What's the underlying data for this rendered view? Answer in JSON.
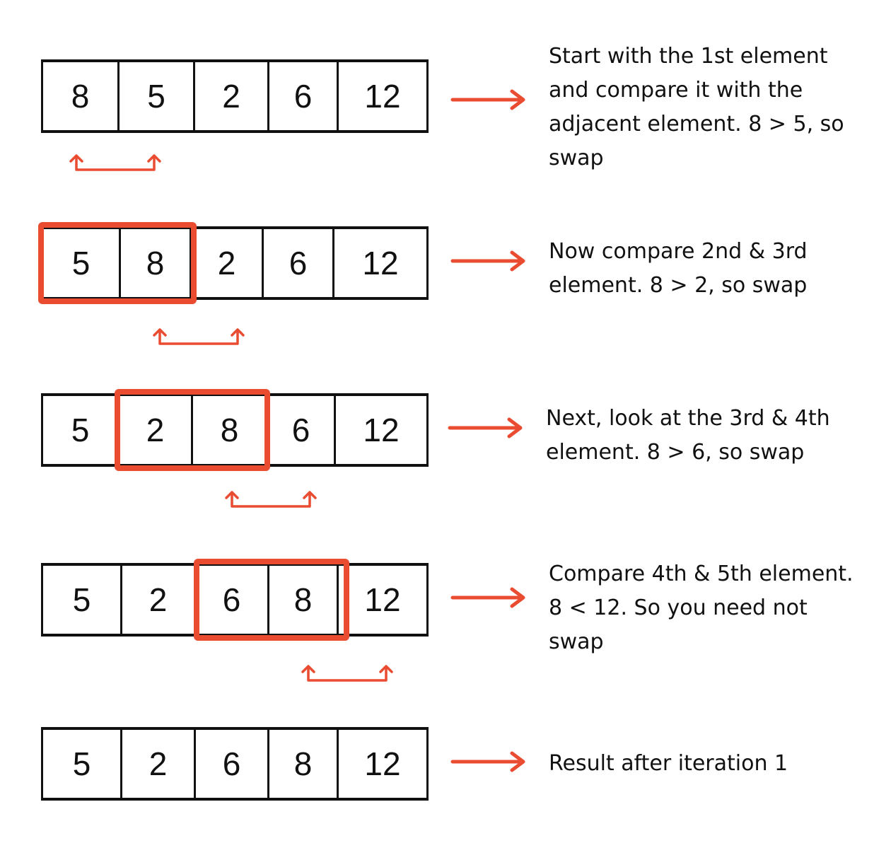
{
  "accent_color": "#ea4c32",
  "steps": [
    {
      "values": [
        "8",
        "5",
        "2",
        "6",
        "12"
      ],
      "description": "Start with the 1st element and compare it with the adjacent element. 8 > 5, so swap",
      "highlight_cells": [],
      "swap_cells": [
        0,
        1
      ]
    },
    {
      "values": [
        "5",
        "8",
        "2",
        "6",
        "12"
      ],
      "description": "Now compare 2nd & 3rd element. 8 > 2, so swap",
      "highlight_cells": [
        0,
        1
      ],
      "swap_cells": [
        1,
        2
      ]
    },
    {
      "values": [
        "5",
        "2",
        "8",
        "6",
        "12"
      ],
      "description": "Next, look at the 3rd & 4th element. 8 > 6, so swap",
      "highlight_cells": [
        1,
        2
      ],
      "swap_cells": [
        2,
        3
      ]
    },
    {
      "values": [
        "5",
        "2",
        "6",
        "8",
        "12"
      ],
      "description": "Compare 4th & 5th element. 8 < 12. So you need not swap",
      "highlight_cells": [
        2,
        3
      ],
      "swap_cells": [
        3,
        4
      ]
    },
    {
      "values": [
        "5",
        "2",
        "6",
        "8",
        "12"
      ],
      "description": "Result after iteration 1",
      "highlight_cells": [],
      "swap_cells": []
    }
  ]
}
